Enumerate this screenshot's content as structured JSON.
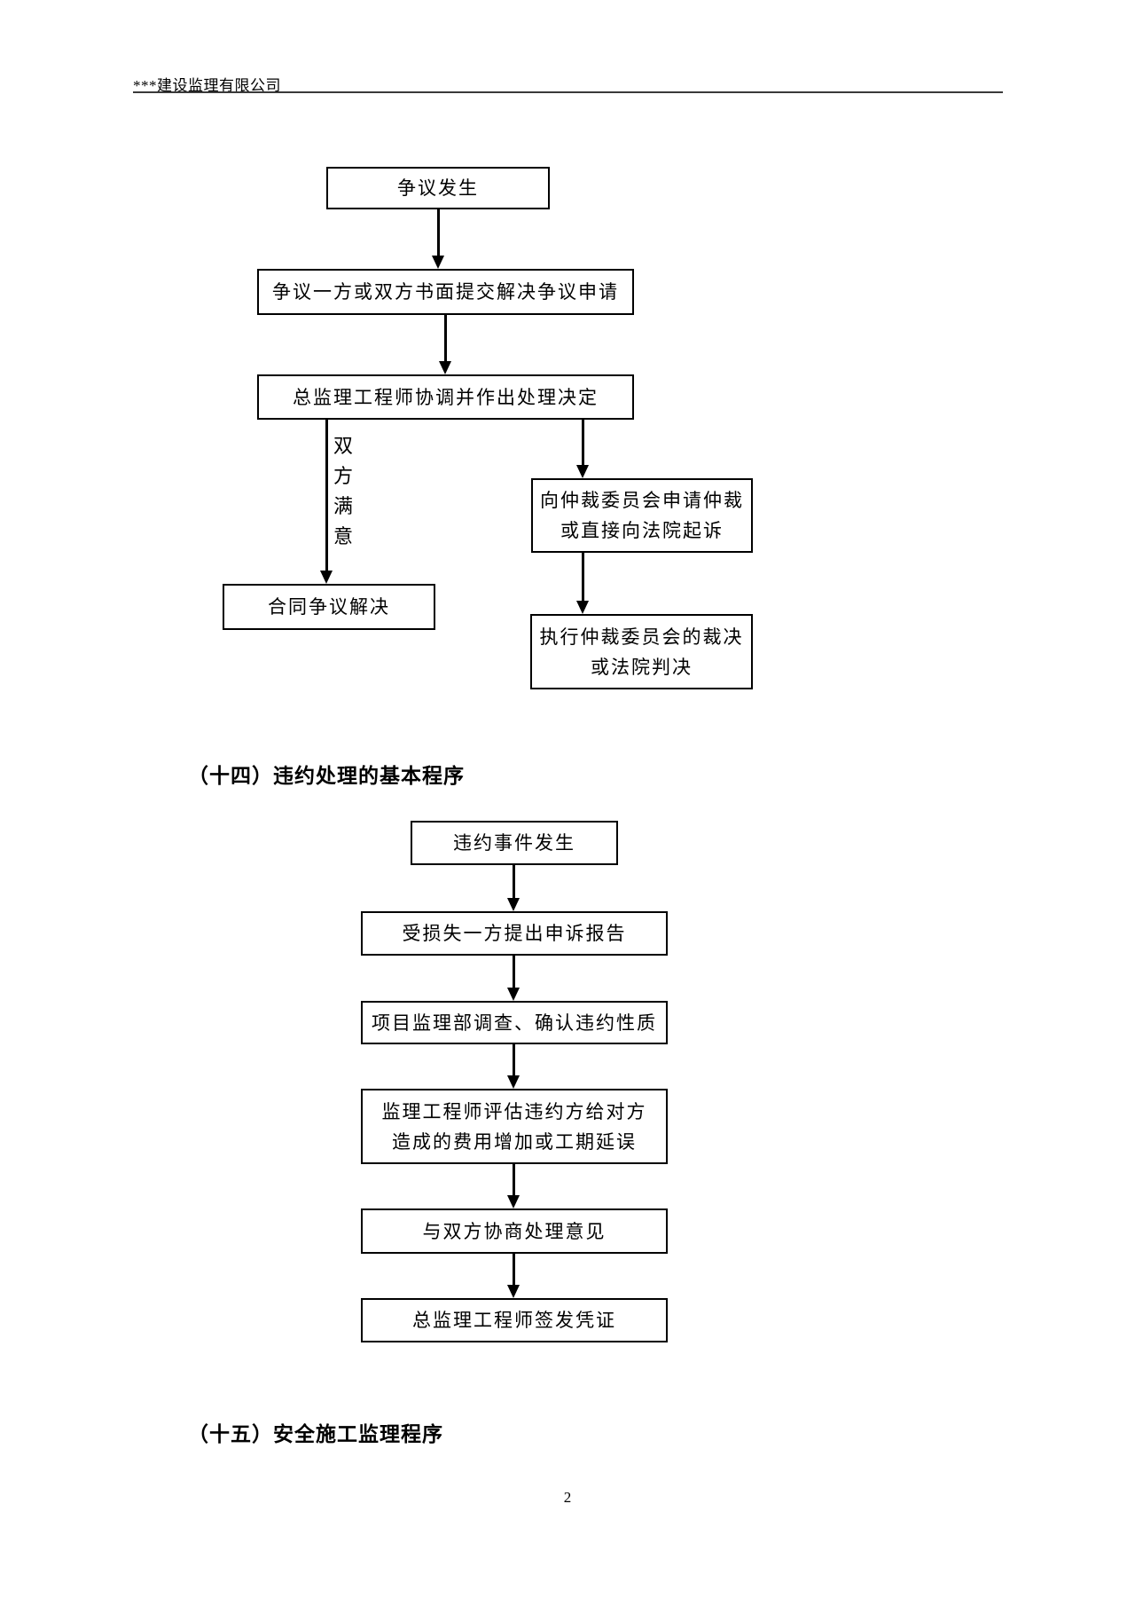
{
  "document": {
    "header": "***建设监理有限公司",
    "page_number": "2"
  },
  "dispute_flowchart": {
    "nodes": {
      "start": "争议发生",
      "submit": "争议一方或双方书面提交解决争议申请",
      "coordinate": "总监理工程师协调并作出处理决定",
      "resolved": "合同争议解决",
      "arbitration_line1": "向仲裁委员会申请仲裁",
      "arbitration_line2": "或直接向法院起诉",
      "execute_line1": "执行仲裁委员会的裁决",
      "execute_line2": "或法院判决"
    },
    "branch_label": "双方满意"
  },
  "section_14": {
    "title": "（十四）违约处理的基本程序"
  },
  "breach_flowchart": {
    "nodes": {
      "event": "违约事件发生",
      "claim": "受损失一方提出申诉报告",
      "investigate": "项目监理部调查、确认违约性质",
      "evaluate_line1": "监理工程师评估违约方给对方",
      "evaluate_line2": "造成的费用增加或工期延误",
      "negotiate": "与双方协商处理意见",
      "certificate": "总监理工程师签发凭证"
    }
  },
  "section_15": {
    "title": "（十五）安全施工监理程序"
  }
}
